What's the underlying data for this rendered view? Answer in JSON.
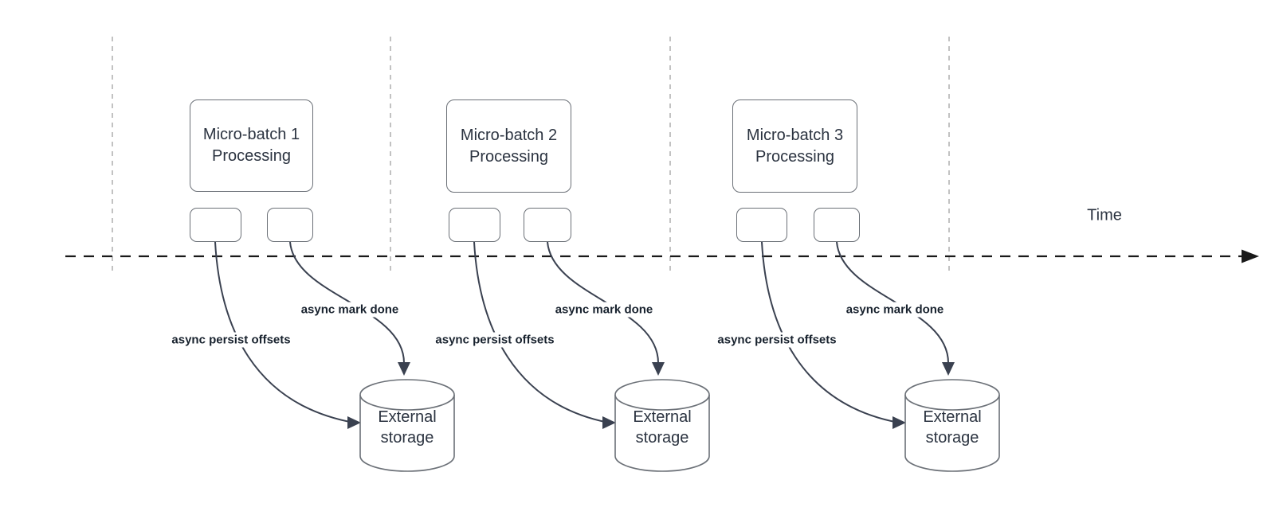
{
  "time_label": "Time",
  "sections": [
    {
      "box_line1": "Micro-batch 1",
      "box_line2": "Processing",
      "persist_label": "async persist offsets",
      "done_label": "async mark done",
      "storage_line1": "External",
      "storage_line2": "storage"
    },
    {
      "box_line1": "Micro-batch 2",
      "box_line2": "Processing",
      "persist_label": "async persist offsets",
      "done_label": "async mark done",
      "storage_line1": "External",
      "storage_line2": "storage"
    },
    {
      "box_line1": "Micro-batch 3",
      "box_line2": "Processing",
      "persist_label": "async persist offsets",
      "done_label": "async mark done",
      "storage_line1": "External",
      "storage_line2": "storage"
    }
  ],
  "colors": {
    "background": "#ffffff",
    "shape_border": "#6b7077",
    "curve_stroke": "#3a4150",
    "timeline_stroke": "#191919",
    "guide_stroke": "#a8a8a8",
    "text": "#2b3340",
    "edge_label_text": "#18222e"
  }
}
